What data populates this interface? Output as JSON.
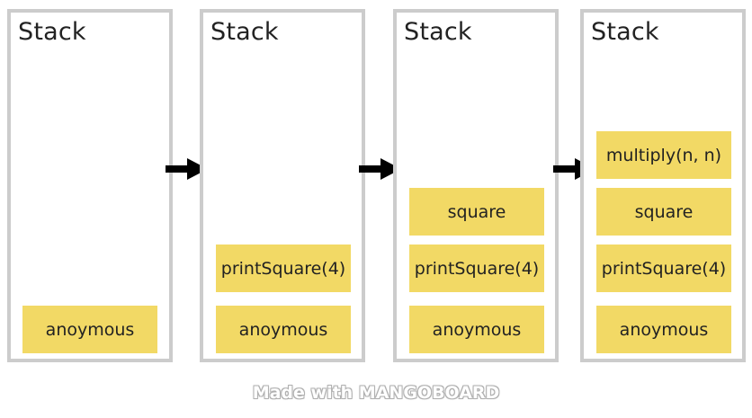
{
  "stacks": [
    {
      "title": "Stack",
      "frames": [
        "anoymous"
      ]
    },
    {
      "title": "Stack",
      "frames": [
        "printSquare(4)",
        "anoymous"
      ]
    },
    {
      "title": "Stack",
      "frames": [
        "square",
        "printSquare(4)",
        "anoymous"
      ]
    },
    {
      "title": "Stack",
      "frames": [
        "multiply(n, n)",
        "square",
        "printSquare(4)",
        "anoymous"
      ]
    }
  ],
  "watermark": "Made with MANGOBOARD",
  "colors": {
    "frame_fill": "#f2d965",
    "stack_border": "#cccccc",
    "arrow": "#000000"
  },
  "icons": [
    "arrow-right-icon"
  ]
}
